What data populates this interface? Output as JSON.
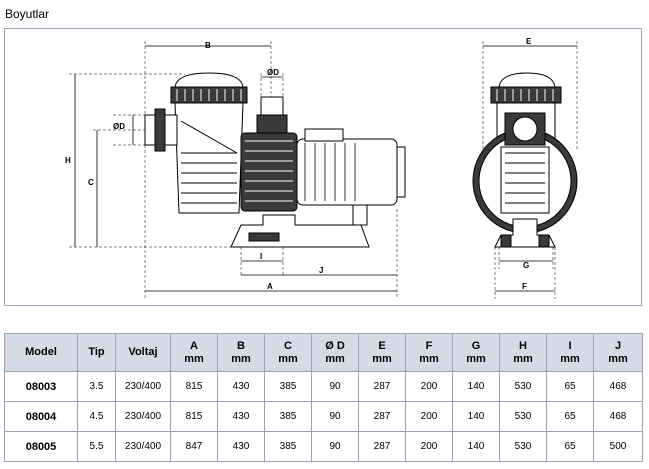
{
  "heading": "Boyutlar",
  "drawing": {
    "labels": {
      "A": "A",
      "B": "B",
      "C": "C",
      "D_top": "ØD",
      "D_side": "ØD",
      "E": "E",
      "F": "F",
      "G": "G",
      "H": "H",
      "I": "I",
      "J": "J"
    }
  },
  "table": {
    "columns": [
      {
        "name": "Model",
        "unit": ""
      },
      {
        "name": "Tip",
        "unit": ""
      },
      {
        "name": "Voltaj",
        "unit": ""
      },
      {
        "name": "A",
        "unit": "mm"
      },
      {
        "name": "B",
        "unit": "mm"
      },
      {
        "name": "C",
        "unit": "mm"
      },
      {
        "name": "Ø D",
        "unit": "mm"
      },
      {
        "name": "E",
        "unit": "mm"
      },
      {
        "name": "F",
        "unit": "mm"
      },
      {
        "name": "G",
        "unit": "mm"
      },
      {
        "name": "H",
        "unit": "mm"
      },
      {
        "name": "I",
        "unit": "mm"
      },
      {
        "name": "J",
        "unit": "mm"
      }
    ],
    "rows": [
      [
        "08003",
        "3.5",
        "230/400",
        "815",
        "430",
        "385",
        "90",
        "287",
        "200",
        "140",
        "530",
        "65",
        "468"
      ],
      [
        "08004",
        "4.5",
        "230/400",
        "815",
        "430",
        "385",
        "90",
        "287",
        "200",
        "140",
        "530",
        "65",
        "468"
      ],
      [
        "08005",
        "5.5",
        "230/400",
        "847",
        "430",
        "385",
        "90",
        "287",
        "200",
        "140",
        "530",
        "65",
        "500"
      ]
    ]
  }
}
